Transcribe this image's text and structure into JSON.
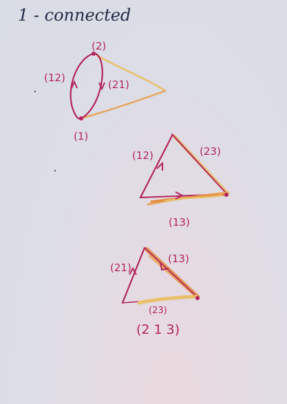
{
  "title": "1 - connected",
  "colors": {
    "ink": "#b3245e",
    "title_ink": "#1f2a44",
    "yellow": "#e8c06a",
    "orange": "#e7a45a",
    "orange_dark": "#e38a3d"
  },
  "figure1": {
    "labels": [
      "(2)",
      "(12)",
      "(21)",
      "(1)"
    ]
  },
  "figure2": {
    "labels": [
      "(12)",
      "(23)",
      "(13)"
    ]
  },
  "figure3": {
    "labels": [
      "(21)",
      "(13)",
      "(23)",
      "(2 1 3)"
    ]
  }
}
